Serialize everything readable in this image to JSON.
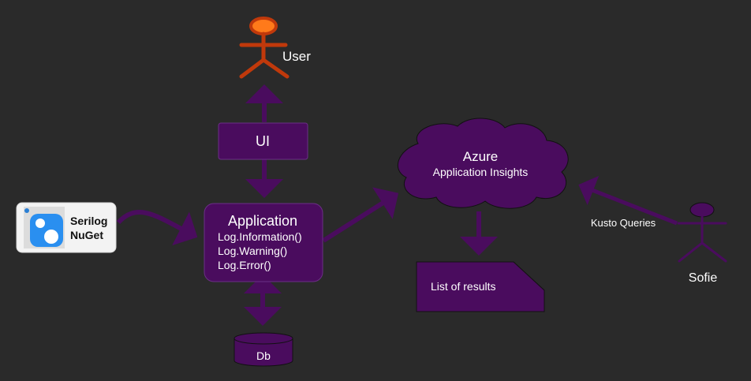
{
  "colors": {
    "background": "#2a2a2a",
    "node_fill": "#4a0c5e",
    "node_stroke": "#6b2f86",
    "arrow": "#4a0c5e",
    "user_actor": "#c0390b",
    "user_head": "#ff7a1a",
    "text": "#ffffff"
  },
  "nodes": {
    "user": {
      "label": "User",
      "icon": "stick-figure-icon"
    },
    "ui": {
      "label": "UI"
    },
    "application": {
      "title": "Application",
      "lines": [
        "Log.Information()",
        "Log.Warning()",
        "Log.Error()"
      ]
    },
    "db": {
      "label": "Db",
      "icon": "cylinder-icon"
    },
    "serilog": {
      "line1": "Serilog",
      "line2": "NuGet",
      "icon": "nuget-logo-icon"
    },
    "azure": {
      "title": "Azure",
      "subtitle": "Application Insights",
      "icon": "cloud-icon"
    },
    "results": {
      "label": "List of results",
      "icon": "document-icon"
    },
    "sofie": {
      "label": "Sofie",
      "icon": "stick-figure-icon"
    }
  },
  "edges": {
    "kusto": {
      "label": "Kusto Queries"
    }
  }
}
